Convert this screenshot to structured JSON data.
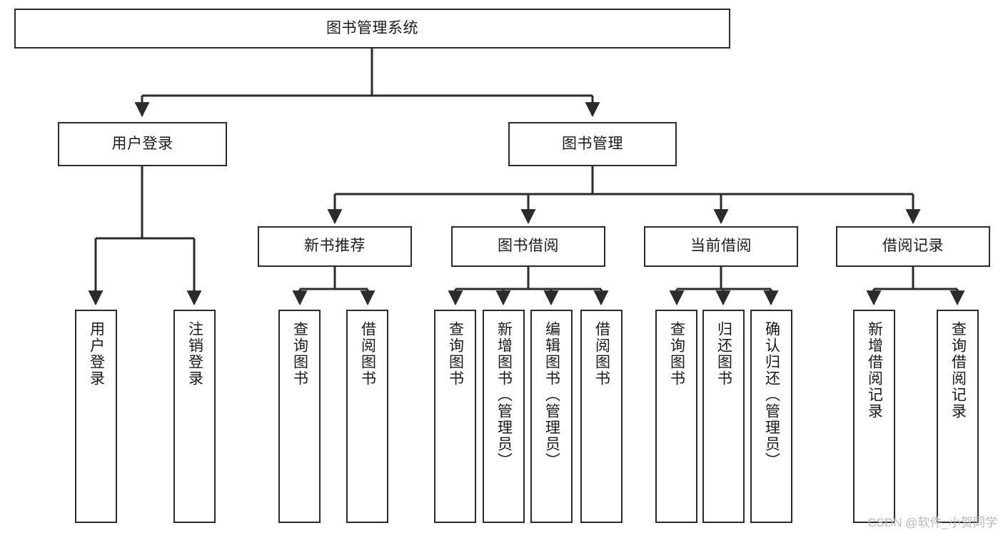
{
  "diagram": {
    "title": "图书管理系统",
    "type": "tree-hierarchy",
    "orientation": "top-down",
    "watermark": "CSDN @软件_小贺同学",
    "colors": {
      "stroke": "#2b2b2b",
      "fill": "#ffffff",
      "text": "#1a1a1a",
      "watermark": "#b9b9b9"
    }
  },
  "nodes": {
    "root": {
      "label": "图书管理系统"
    },
    "level1": [
      {
        "label": "用户登录"
      },
      {
        "label": "图书管理"
      }
    ],
    "level2": [
      {
        "label": "新书推荐"
      },
      {
        "label": "图书借阅"
      },
      {
        "label": "当前借阅"
      },
      {
        "label": "借阅记录"
      }
    ],
    "leaves": {
      "user_login": [
        {
          "label": "用户登录"
        },
        {
          "label": "注销登录"
        }
      ],
      "new_book_recommend": [
        {
          "label": "查询图书"
        },
        {
          "label": "借阅图书"
        }
      ],
      "book_borrow": [
        {
          "label": "查询图书"
        },
        {
          "label": "新增图书（管理员）"
        },
        {
          "label": "编辑图书（管理员）"
        },
        {
          "label": "借阅图书"
        }
      ],
      "current_borrow": [
        {
          "label": "查询图书"
        },
        {
          "label": "归还图书"
        },
        {
          "label": "确认归还（管理员）"
        }
      ],
      "borrow_record": [
        {
          "label": "新增借阅记录"
        },
        {
          "label": "查询借阅记录"
        }
      ]
    }
  }
}
